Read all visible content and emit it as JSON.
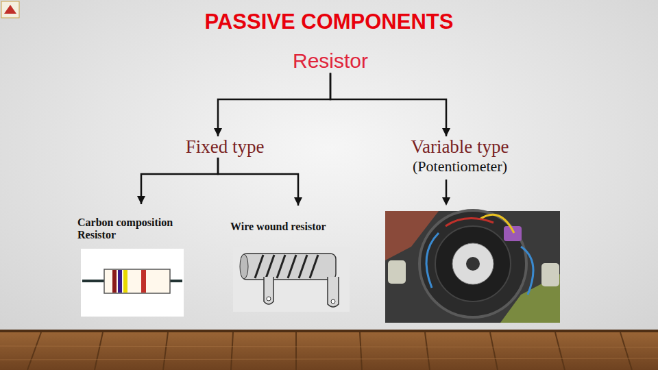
{
  "diagram": {
    "title": "PASSIVE COMPONENTS",
    "nodes": [
      {
        "text": [
          "Resistor"
        ]
      },
      {
        "text": [
          "Fixed type"
        ]
      },
      {
        "text": [
          "Variable type",
          "(Potentiometer)"
        ]
      },
      {
        "text": [
          "Carbon composition Resistor"
        ]
      },
      {
        "text": [
          "Wire wound resistor"
        ]
      }
    ],
    "edges": [
      {
        "from": 0,
        "to": 1,
        "arrow": "to"
      },
      {
        "from": 0,
        "to": 2,
        "arrow": "to"
      },
      {
        "from": 1,
        "to": 3,
        "arrow": "to"
      },
      {
        "from": 1,
        "to": 4,
        "arrow": "to"
      }
    ]
  }
}
